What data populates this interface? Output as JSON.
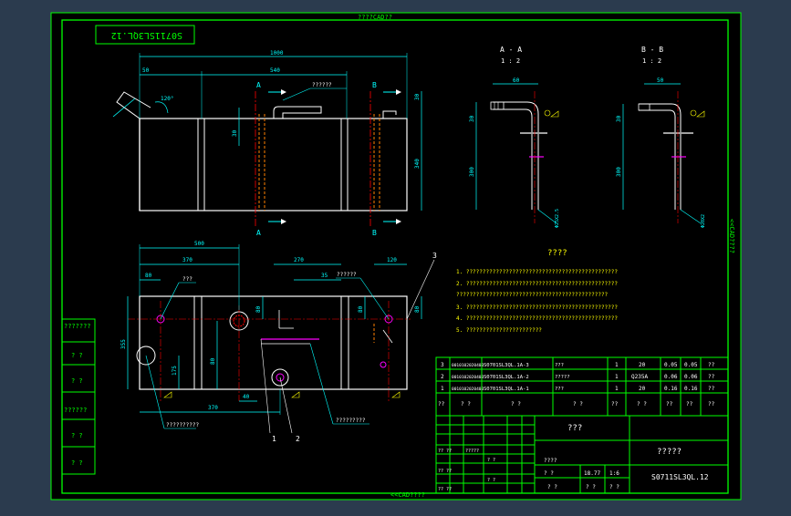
{
  "viewport": {
    "background": "#2b3b4e",
    "sheet_color": "#000000"
  },
  "colors": {
    "frame": "#00ff00",
    "part_line": "#ffffff",
    "dimension": "#00ffff",
    "hidden": "#ff8000",
    "centerline": "#ff0000",
    "highlight": "#ff00ff",
    "note_text": "#ffff00",
    "weld_symbol": "#ffff00",
    "gray_hatch": "#a0a0a0"
  },
  "border": {
    "top_label": "????CAD??",
    "bottom_label": "<<CAD????",
    "side_label": "<<CAD????"
  },
  "stamp_code": "S0711SL3QL.12",
  "views": {
    "front": {
      "dims": {
        "overall": "1000",
        "left_offset": "50",
        "span": "540",
        "angle": "120°",
        "height": "340",
        "pipe_h": "30",
        "small": "30"
      },
      "pipe_label": "??????",
      "section_mark_a": "A",
      "section_mark_b": "B"
    },
    "top": {
      "dims": {
        "d1": "500",
        "d2": "370",
        "d3": "80",
        "d4": "270",
        "d5": "35",
        "d6": "120",
        "d7": "355",
        "d8": "80",
        "d9": "175",
        "d10": "80",
        "d11": "40",
        "d12": "370",
        "d13": "80",
        "d14": "80"
      },
      "labels": {
        "hole_left": "???",
        "hole_right": "??????",
        "callout_bottom_left": "??????????",
        "callout_bottom_mid": "?????????"
      },
      "balloons": [
        "1",
        "2",
        "3"
      ]
    },
    "section_aa": {
      "title": "A - A",
      "scale": "1 : 2",
      "dims": {
        "width": "60",
        "top_h": "30",
        "height": "300"
      },
      "note": "Φ25X2.5"
    },
    "section_bb": {
      "title": "B - B",
      "scale": "1 : 2",
      "dims": {
        "width": "50",
        "top_h": "30",
        "height": "300"
      },
      "note": "Φ20X2"
    }
  },
  "notes": {
    "heading": "????",
    "items": [
      "1. ??????????????????????????????????????????????",
      "2. ??????????????????????????????????????????????",
      "   ??????????????????????????????????????????????",
      "3. ??????????????????????????????????????????????",
      "4. ??????????????????????????????????????????????",
      "5. ???????????????????????"
    ]
  },
  "bom": {
    "rows": [
      {
        "no": "3",
        "code": "0010102020403",
        "name": "S0701SL3QL.1A-3",
        "desc": "???",
        "qty": "1",
        "mat": "20",
        "w1": "0.05",
        "w2": "0.05",
        "note": "??"
      },
      {
        "no": "2",
        "code": "0010102020403",
        "name": "S0701SL3QL.1A-2",
        "desc": "?????",
        "qty": "1",
        "mat": "Q235A",
        "w1": "0.06",
        "w2": "0.06",
        "note": "??"
      },
      {
        "no": "1",
        "code": "0010102020403",
        "name": "S0701SL3QL.1A-1",
        "desc": "???",
        "qty": "1",
        "mat": "20",
        "w1": "0.16",
        "w2": "0.16",
        "note": "??"
      }
    ],
    "header": {
      "no": "??",
      "code": "? ?",
      "name": "? ?",
      "desc": "? ?",
      "qty": "??",
      "mat": "? ?",
      "w1": "??",
      "w2": "??",
      "note": "??"
    }
  },
  "title_block": {
    "product": "???",
    "drawing_name": "?????",
    "drawing_no": "S0711SL3QL.12",
    "weight": "18.77",
    "scale": "1:6",
    "sheet": "? ?",
    "rows_left": [
      "?? ??",
      "?? ??",
      "?? ??"
    ],
    "r1": "????",
    "r2": "? ?",
    "r3": "? ?",
    "r4": "? ?",
    "sign1": "?????",
    "sign2": "? ?",
    "sign3": "? ?"
  },
  "left_strip": [
    "???????",
    "? ?",
    "? ?",
    "??????",
    "? ?",
    "? ?"
  ]
}
